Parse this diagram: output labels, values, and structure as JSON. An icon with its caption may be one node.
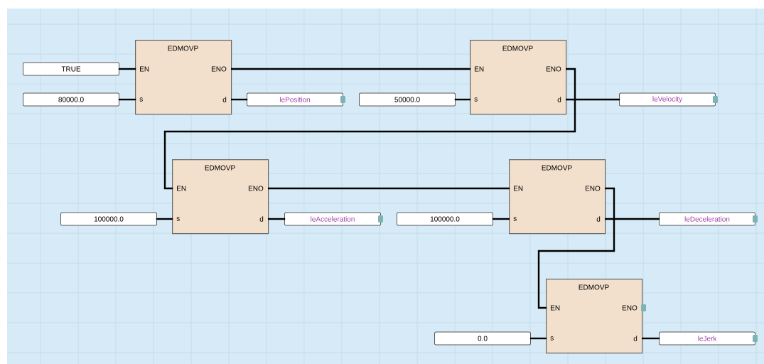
{
  "diagram": {
    "nodes": [
      {
        "text": [
          "TRUE"
        ]
      },
      {
        "text": [
          "80000.0"
        ]
      },
      {
        "text": [
          "EDMOVP",
          "EN",
          "ENO",
          "s",
          "d"
        ]
      },
      {
        "text": [
          "lePosition"
        ]
      },
      {
        "text": [
          "50000.0"
        ]
      },
      {
        "text": [
          "EDMOVP",
          "EN",
          "ENO",
          "s",
          "d"
        ]
      },
      {
        "text": [
          "leVelocity"
        ]
      },
      {
        "text": [
          "100000.0"
        ]
      },
      {
        "text": [
          "EDMOVP",
          "EN",
          "ENO",
          "s",
          "d"
        ]
      },
      {
        "text": [
          "leAcceleration"
        ]
      },
      {
        "text": [
          "100000.0"
        ]
      },
      {
        "text": [
          "EDMOVP",
          "EN",
          "ENO",
          "s",
          "d"
        ]
      },
      {
        "text": [
          "leDeceleration"
        ]
      },
      {
        "text": [
          "0.0"
        ]
      },
      {
        "text": [
          "EDMOVP",
          "EN",
          "ENO",
          "s",
          "d"
        ]
      },
      {
        "text": [
          "leJerk"
        ]
      }
    ],
    "edges": [
      {
        "from": 0,
        "to": 2,
        "arrow": "none"
      },
      {
        "from": 1,
        "to": 2,
        "arrow": "none"
      },
      {
        "from": 2,
        "to": 3,
        "arrow": "none"
      },
      {
        "from": 2,
        "to": 5,
        "arrow": "none"
      },
      {
        "from": 4,
        "to": 5,
        "arrow": "none"
      },
      {
        "from": 5,
        "to": 6,
        "arrow": "none"
      },
      {
        "from": 5,
        "to": 8,
        "arrow": "none"
      },
      {
        "from": 7,
        "to": 8,
        "arrow": "none"
      },
      {
        "from": 8,
        "to": 9,
        "arrow": "none"
      },
      {
        "from": 8,
        "to": 11,
        "arrow": "none"
      },
      {
        "from": 10,
        "to": 11,
        "arrow": "none"
      },
      {
        "from": 11,
        "to": 12,
        "arrow": "none"
      },
      {
        "from": 11,
        "to": 14,
        "arrow": "none"
      },
      {
        "from": 13,
        "to": 14,
        "arrow": "none"
      },
      {
        "from": 14,
        "to": 15,
        "arrow": "none"
      }
    ]
  }
}
